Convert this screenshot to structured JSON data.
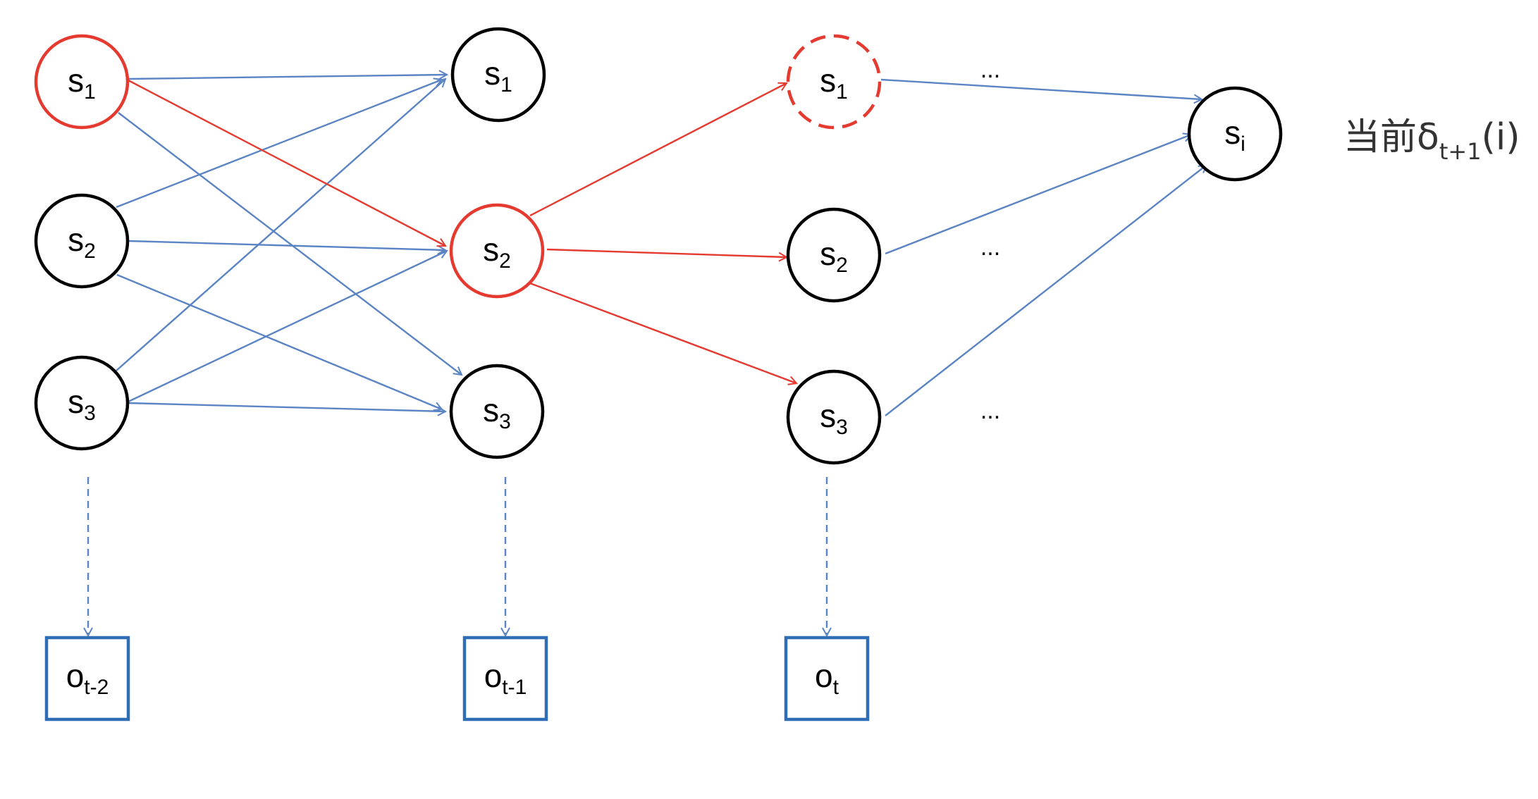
{
  "colors": {
    "highlight": "#e53a2f",
    "edge": "#5b84c4",
    "node_stroke": "#000000",
    "obs_box": "#2f6db4"
  },
  "nodes": {
    "col1": [
      {
        "letter": "s",
        "sub": "1"
      },
      {
        "letter": "s",
        "sub": "2"
      },
      {
        "letter": "s",
        "sub": "3"
      }
    ],
    "col2": [
      {
        "letter": "s",
        "sub": "1"
      },
      {
        "letter": "s",
        "sub": "2"
      },
      {
        "letter": "s",
        "sub": "3"
      }
    ],
    "col3": [
      {
        "letter": "s",
        "sub": "1"
      },
      {
        "letter": "s",
        "sub": "2"
      },
      {
        "letter": "s",
        "sub": "3"
      }
    ],
    "target": {
      "letter": "s",
      "sub": "i"
    }
  },
  "observations": [
    {
      "letter": "o",
      "sub": "t-2"
    },
    {
      "letter": "o",
      "sub": "t-1"
    },
    {
      "letter": "o",
      "sub": "t"
    }
  ],
  "ellipsis": [
    "...",
    "...",
    "..."
  ],
  "caption": {
    "prefix": "当前",
    "symbol": "δ",
    "sub": "t+1",
    "suffix": "(i)"
  }
}
